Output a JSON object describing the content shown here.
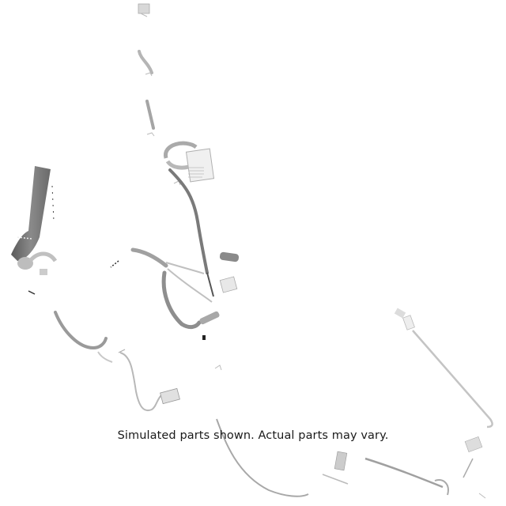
{
  "image": {
    "type": "simulated parts diagram",
    "background": "#ffffff",
    "caption": "Simulated parts shown. Actual parts may vary.",
    "colors": {
      "part_dark": "#6e6e6e",
      "part_mid": "#9a9a9a",
      "part_light": "#c8c8c8",
      "caption_text": "#1a1a1a"
    },
    "parts": [
      {
        "name": "top-connector"
      },
      {
        "name": "short-hose"
      },
      {
        "name": "straight-tube"
      },
      {
        "name": "reservoir-assembly"
      },
      {
        "name": "main-hose-vertical"
      },
      {
        "name": "large-intake-tube"
      },
      {
        "name": "curved-hose-lower-left"
      },
      {
        "name": "center-hose-bundle"
      },
      {
        "name": "sensor-connector"
      },
      {
        "name": "long-cable-with-plug"
      },
      {
        "name": "right-probe-cable"
      },
      {
        "name": "bottom-harness"
      }
    ]
  }
}
